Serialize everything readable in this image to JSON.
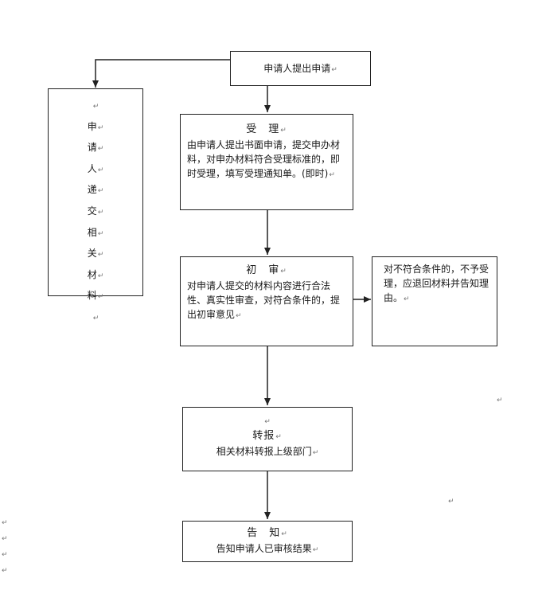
{
  "mark": "↵",
  "nodes": {
    "apply": {
      "text": "申请人提出申请"
    },
    "submit": {
      "chars": [
        "申",
        "请",
        "人",
        "递",
        "交",
        "相",
        "关",
        "材",
        "料"
      ]
    },
    "accept": {
      "title": "受　理",
      "body": "由申请人提出书面申请，提交申办材料，对申办材料符合受理标准的，即时受理，填写受理通知单。(即时)"
    },
    "review": {
      "title": "初　审",
      "body": "对申请人提交的材料内容进行合法性、真实性审查，对符合条件的，提出初审意见"
    },
    "reject": {
      "body": "对不符合条件的，不予受理，应退回材料并告知理由。"
    },
    "forward": {
      "title": "转报",
      "body": "相关材料转报上级部门"
    },
    "notify": {
      "title": "告　知",
      "body": "告知申请人已审核结果"
    }
  },
  "colors": {
    "line": "#222222",
    "mark": "#777777"
  }
}
